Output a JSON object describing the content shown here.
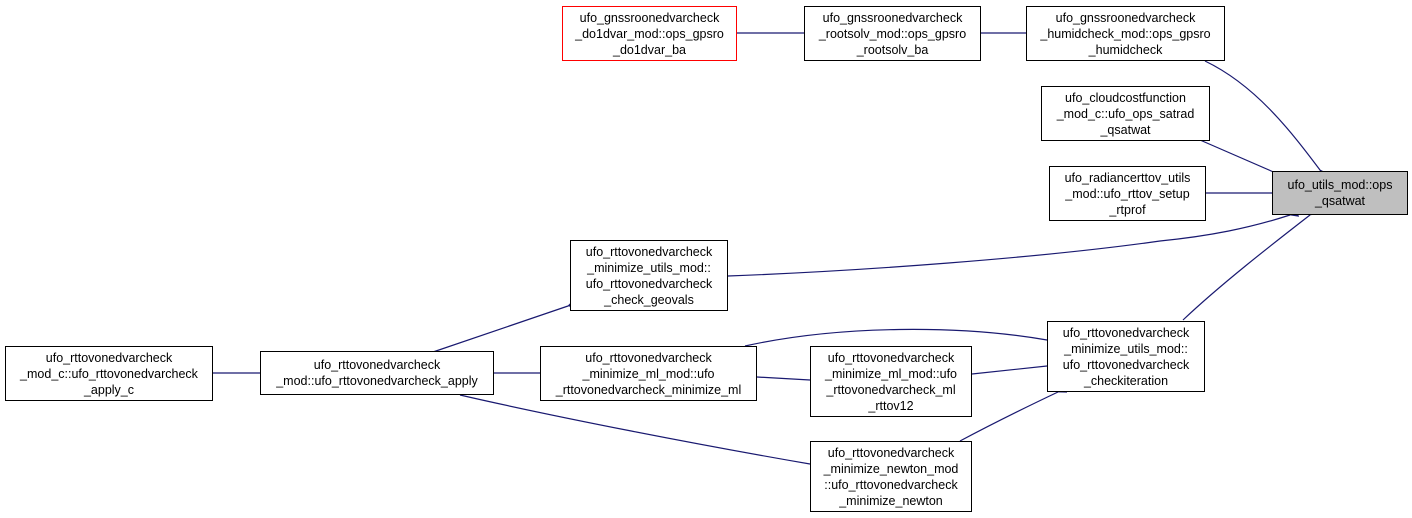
{
  "colors": {
    "edge": "#191970",
    "border": "#000000",
    "highlight_border": "#ff0000",
    "focus_fill": "#bfbfbf"
  },
  "nodes": {
    "do1dvar": {
      "lines": [
        "ufo_gnssroonedvarcheck",
        "_do1dvar_mod::ops_gpsro",
        "_do1dvar_ba"
      ]
    },
    "rootsolv": {
      "lines": [
        "ufo_gnssroonedvarcheck",
        "_rootsolv_mod::ops_gpsro",
        "_rootsolv_ba"
      ]
    },
    "humidcheck": {
      "lines": [
        "ufo_gnssroonedvarcheck",
        "_humidcheck_mod::ops_gpsro",
        "_humidcheck"
      ]
    },
    "cloudcost": {
      "lines": [
        "ufo_cloudcostfunction",
        "_mod_c::ufo_ops_satrad",
        "_qsatwat"
      ]
    },
    "radiancerttov": {
      "lines": [
        "ufo_radiancerttov_utils",
        "_mod::ufo_rttov_setup",
        "_rtprof"
      ]
    },
    "qsatwat": {
      "lines": [
        "ufo_utils_mod::ops",
        "_qsatwat"
      ]
    },
    "checkgeovals": {
      "lines": [
        "ufo_rttovonedvarcheck",
        "_minimize_utils_mod::",
        "ufo_rttovonedvarcheck",
        "_check_geovals"
      ]
    },
    "applyc": {
      "lines": [
        "ufo_rttovonedvarcheck",
        "_mod_c::ufo_rttovonedvarcheck",
        "_apply_c"
      ]
    },
    "apply": {
      "lines": [
        "ufo_rttovonedvarcheck",
        "_mod::ufo_rttovonedvarcheck_apply"
      ]
    },
    "minimizeml": {
      "lines": [
        "ufo_rttovonedvarcheck",
        "_minimize_ml_mod::ufo",
        "_rttovonedvarcheck_minimize_ml"
      ]
    },
    "mlrttov12": {
      "lines": [
        "ufo_rttovonedvarcheck",
        "_minimize_ml_mod::ufo",
        "_rttovonedvarcheck_ml",
        "_rttov12"
      ]
    },
    "checkiteration": {
      "lines": [
        "ufo_rttovonedvarcheck",
        "_minimize_utils_mod::",
        "ufo_rttovonedvarcheck",
        "_checkiteration"
      ]
    },
    "newton": {
      "lines": [
        "ufo_rttovonedvarcheck",
        "_minimize_newton_mod",
        "::ufo_rttovonedvarcheck",
        "_minimize_newton"
      ]
    }
  }
}
